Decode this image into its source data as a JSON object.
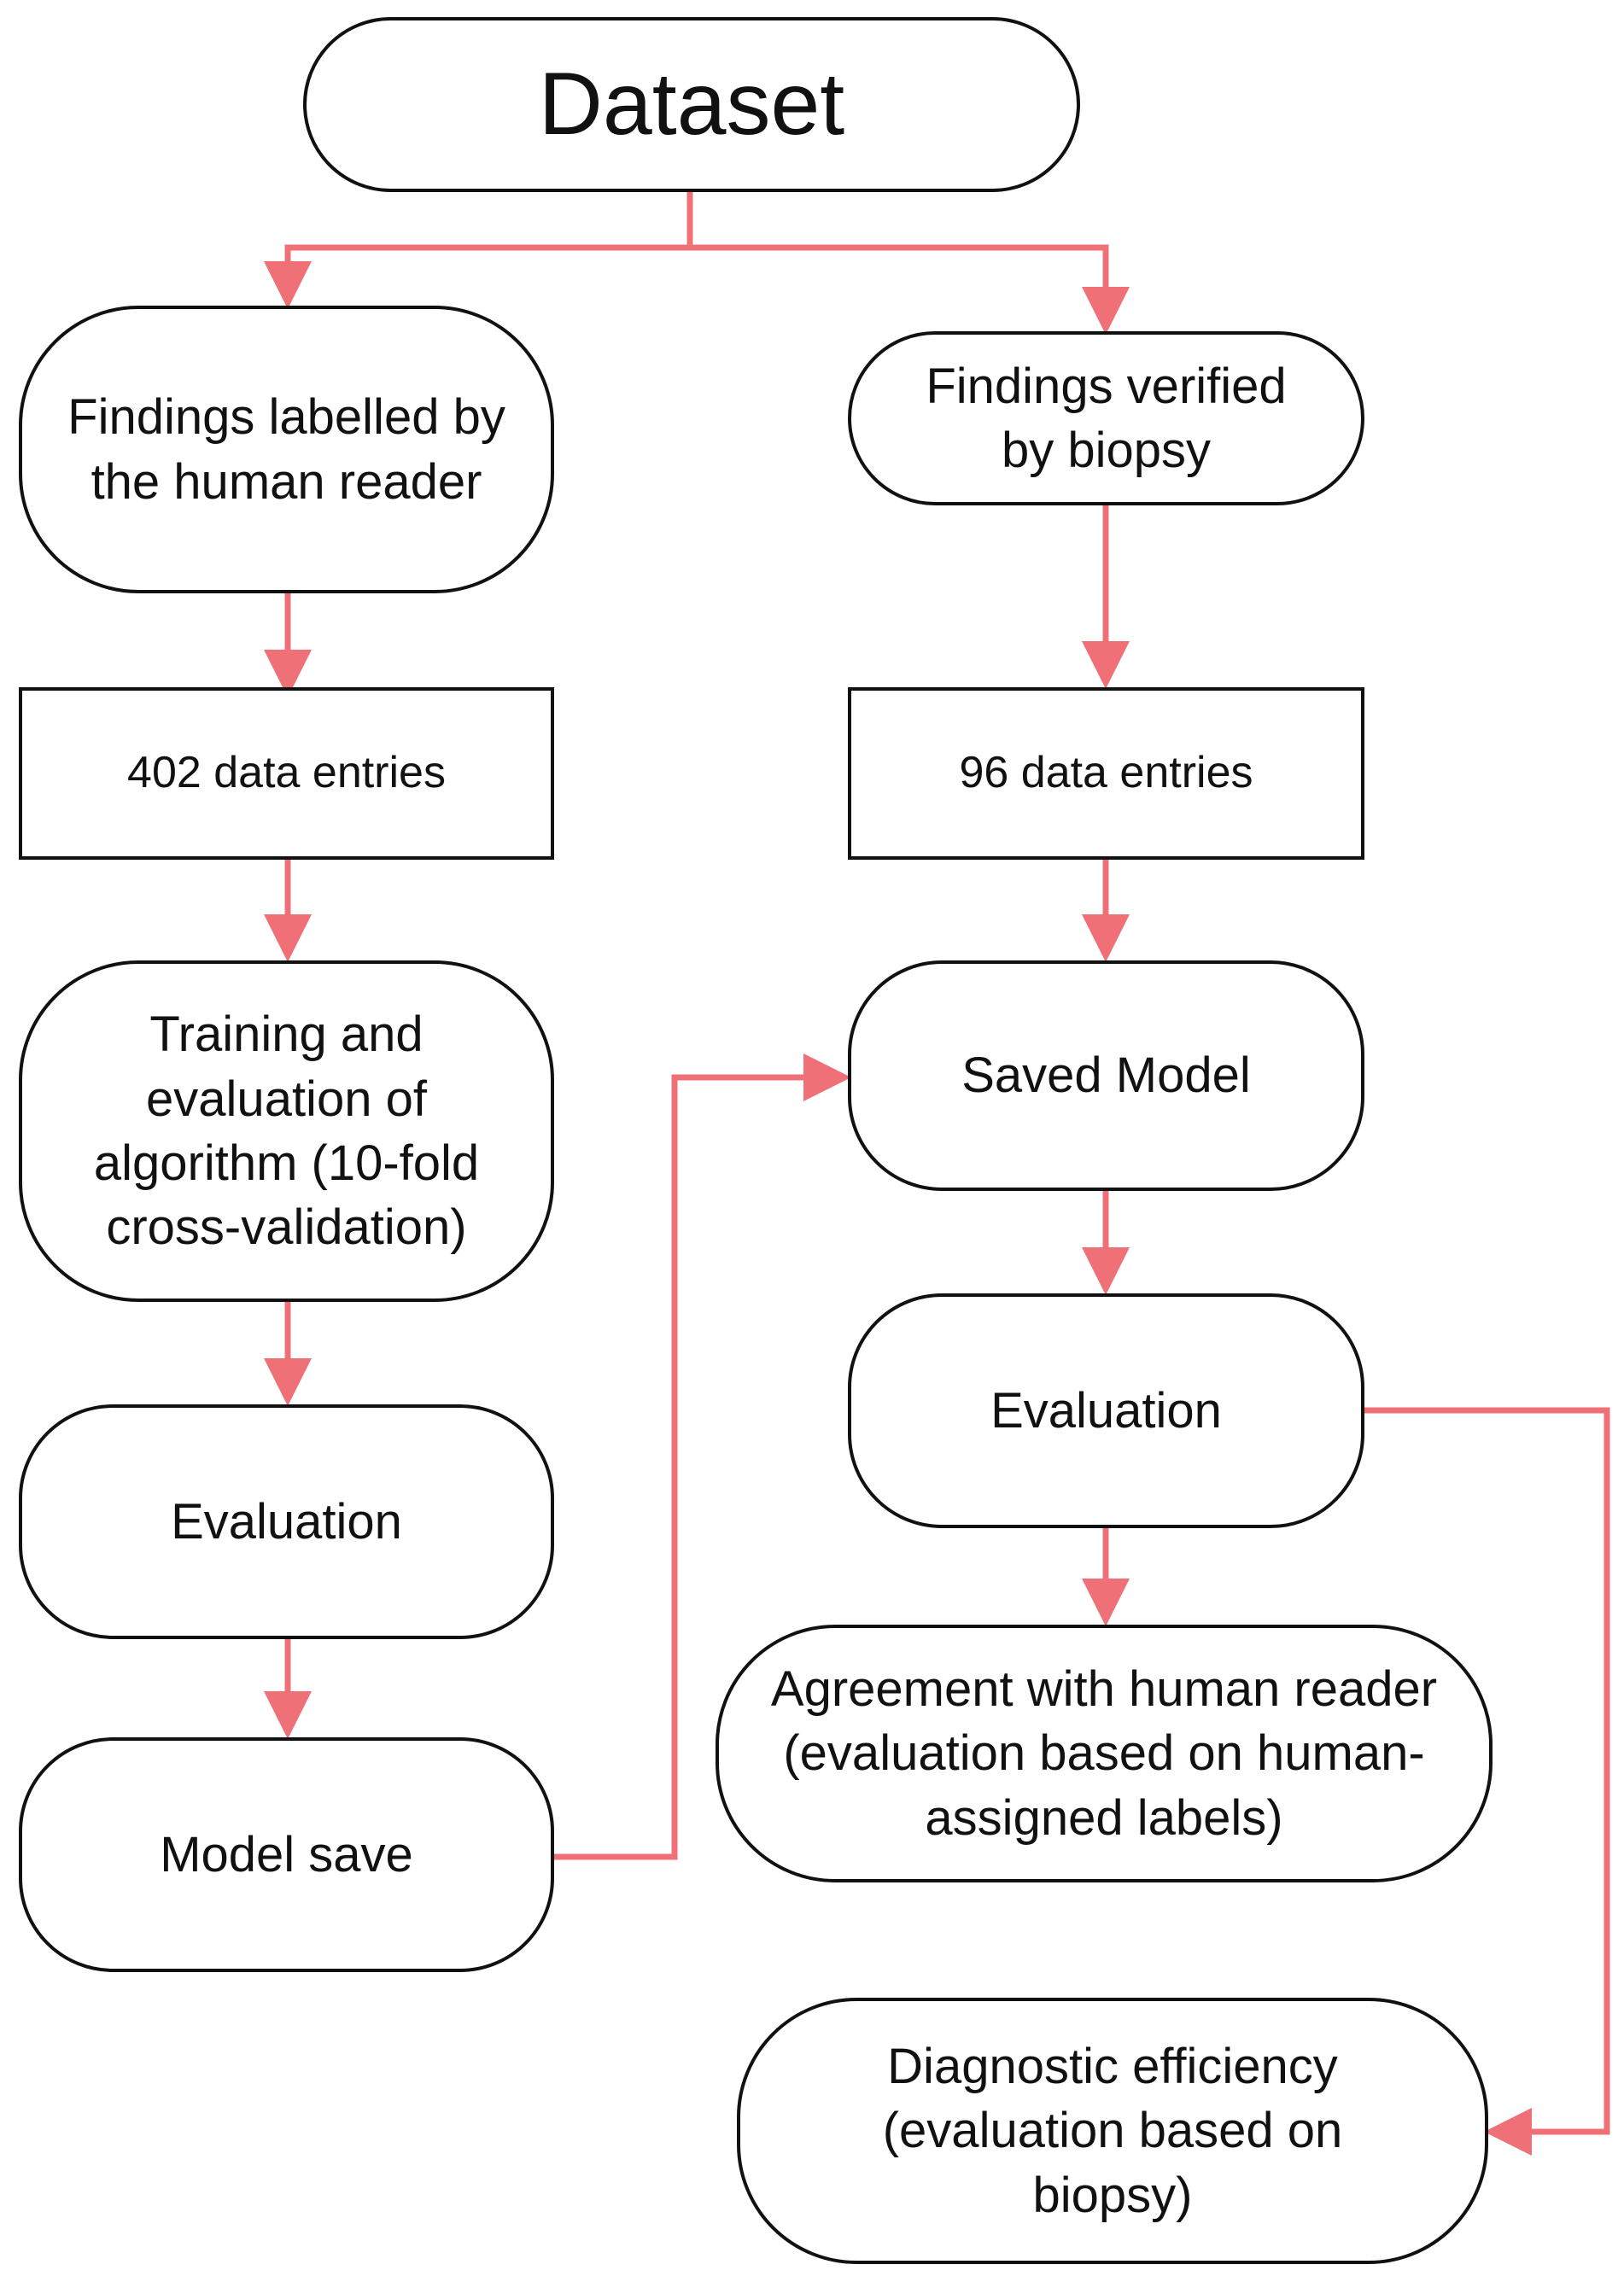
{
  "nodes": {
    "dataset": "Dataset",
    "findings_labelled": "Findings labelled by the human reader",
    "findings_verified": "Findings verified by biopsy",
    "entries_402": "402 data entries",
    "entries_96": "96 data entries",
    "training": "Training and evaluation of algorithm (10-fold cross-validation)",
    "saved_model": "Saved Model",
    "evaluation_left": "Evaluation",
    "evaluation_right": "Evaluation",
    "model_save": "Model save",
    "agreement": "Agreement with human reader (evaluation based on human-assigned labels)",
    "diagnostic": "Diagnostic efficiency (evaluation based on biopsy)"
  },
  "colors": {
    "arrow": "#f07078",
    "border": "#111111",
    "background": "#ffffff"
  }
}
